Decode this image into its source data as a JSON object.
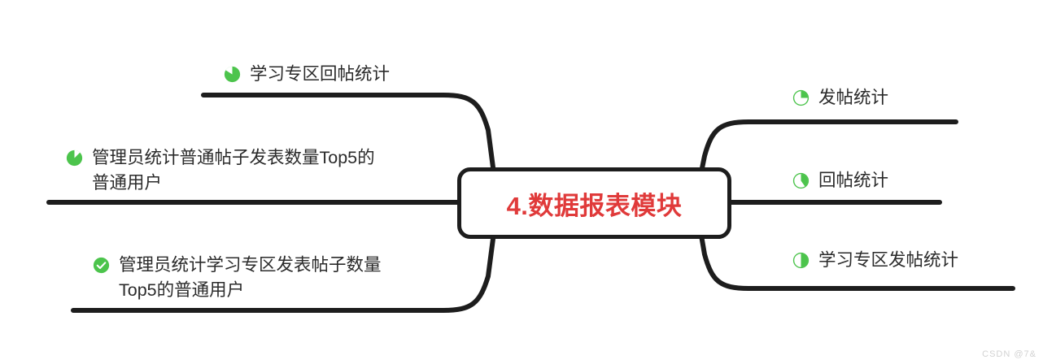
{
  "diagram": {
    "type": "mindmap",
    "center": {
      "label": "4.数据报表模块",
      "text_color": "#e03a3a",
      "border_color": "#1d1d1d"
    },
    "accent_color": "#4cc44c",
    "branch_color": "#1d1d1d",
    "left_branches": [
      {
        "label": "学习专区回帖统计",
        "icon": "pie-chart-icon",
        "progress": 80,
        "icon_style": "filled"
      },
      {
        "label": "管理员统计普通帖子发表数量Top5的\n普通用户",
        "icon": "pie-chart-icon",
        "progress": 85,
        "icon_style": "filled"
      },
      {
        "label": "管理员统计学习专区发表帖子数量\nTop5的普通用户",
        "icon": "check-circle-icon",
        "progress": 100,
        "icon_style": "check"
      }
    ],
    "right_branches": [
      {
        "label": "发帖统计",
        "icon": "pie-chart-icon",
        "progress": 25,
        "icon_style": "ring"
      },
      {
        "label": "回帖统计",
        "icon": "pie-chart-icon",
        "progress": 40,
        "icon_style": "ring"
      },
      {
        "label": "学习专区发帖统计",
        "icon": "pie-chart-icon",
        "progress": 50,
        "icon_style": "ring"
      }
    ]
  },
  "watermark": {
    "text": "CSDN @7&"
  }
}
